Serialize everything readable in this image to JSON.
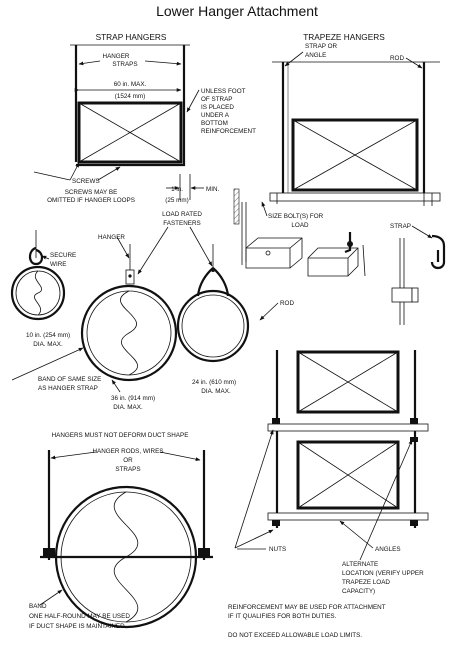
{
  "title": "Lower Hanger Attachment",
  "sections": {
    "strap_hangers": "STRAP HANGERS",
    "trapeze_hangers": "TRAPEZE HANGERS"
  },
  "strap": {
    "hanger_straps": [
      "HANGER",
      "STRAPS"
    ],
    "width": [
      "60 in. MAX.",
      "(1524 mm)"
    ],
    "unless_foot": [
      "UNLESS FOOT",
      "OF STRAP",
      "IS PLACED",
      "UNDER A",
      "BOTTOM",
      "REINFORCEMENT"
    ],
    "screws": "SCREWS",
    "screws_omit": [
      "SCREWS MAY BE",
      "OMITTED IF HANGER LOOPS"
    ],
    "min_value": "1 in.",
    "min_label": "MIN.",
    "min_mm": "(25 mm)"
  },
  "trapeze": {
    "strap_or_angle": [
      "STRAP OR",
      "ANGLE"
    ],
    "rod": "ROD",
    "size_bolts": [
      "SIZE BOLT(S) FOR",
      "LOAD"
    ],
    "strap": "STRAP"
  },
  "round": {
    "hanger": "HANGER",
    "load_rated": [
      "LOAD RATED",
      "FASTENERS"
    ],
    "secure_wire": [
      "SECURE",
      "WIRE"
    ],
    "small_dia": [
      "10 in. (254 mm)",
      "DIA. MAX."
    ],
    "band": [
      "BAND OF SAME SIZE",
      "AS HANGER STRAP"
    ],
    "large_dia": [
      "36 in. (914 mm)",
      "DIA. MAX."
    ],
    "mid_dia": [
      "24 in. (610 mm)",
      "DIA. MAX."
    ],
    "rod": "ROD"
  },
  "lower": {
    "no_deform": "HANGERS MUST NOT DEFORM DUCT SHAPE",
    "rods_wires": [
      "HANGER RODS, WIRES",
      "OR",
      "STRAPS"
    ],
    "band": "BAND",
    "half_round": [
      "ONE HALF-ROUND MAY BE USED",
      "IF DUCT SHAPE IS MAINTAINED."
    ],
    "nuts": "NUTS",
    "angles": "ANGLES",
    "alternate": [
      "ALTERNATE",
      "LOCATION (VERIFY UPPER",
      "TRAPEZE LOAD",
      "CAPACITY)"
    ],
    "reinforcement": [
      "REINFORCEMENT MAY BE USED FOR ATTACHMENT",
      "IF IT QUALIFIES FOR BOTH DUTIES."
    ],
    "no_exceed": "DO NOT EXCEED ALLOWABLE LOAD LIMITS."
  }
}
